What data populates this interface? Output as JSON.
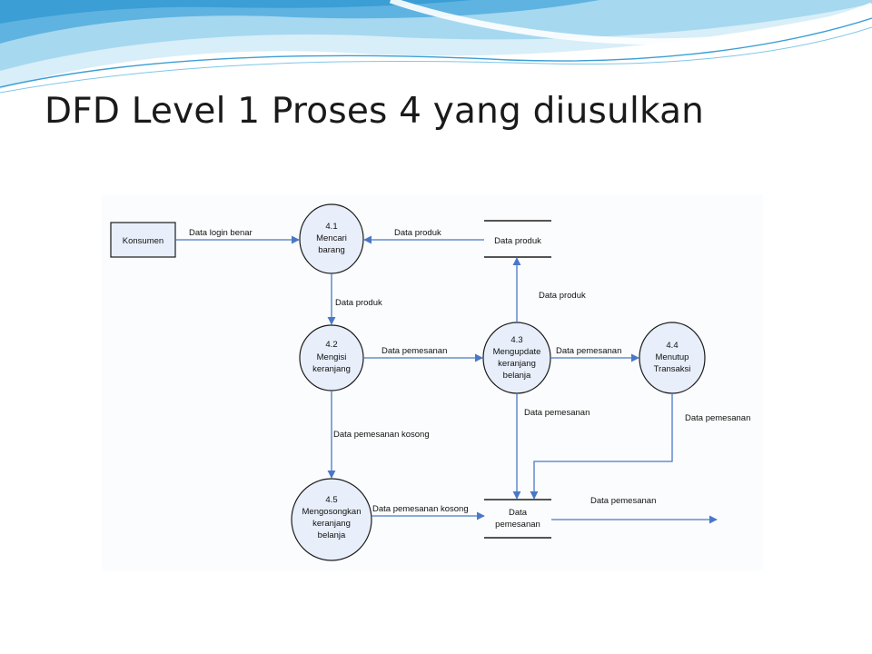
{
  "slide": {
    "title": "DFD Level 1 Proses 4 yang diusulkan"
  },
  "colors": {
    "accent": "#4a78c6",
    "node_fill": "#e8eefa",
    "wave_light": "#cfe9f6",
    "wave_mid": "#7fc6ea",
    "wave_dark": "#3b9ed4"
  },
  "diagram": {
    "entities": [
      {
        "id": "konsumen",
        "label": "Konsumen"
      }
    ],
    "processes": [
      {
        "id": "p41",
        "number": "4.1",
        "lines": [
          "Mencari",
          "barang"
        ]
      },
      {
        "id": "p42",
        "number": "4.2",
        "lines": [
          "Mengisi",
          "keranjang"
        ]
      },
      {
        "id": "p43",
        "number": "4.3",
        "lines": [
          "Mengupdate",
          "keranjang",
          "belanja"
        ]
      },
      {
        "id": "p44",
        "number": "4.4",
        "lines": [
          "Menutup",
          "Transaksi"
        ]
      },
      {
        "id": "p45",
        "number": "4.5",
        "lines": [
          "Mengosongkan",
          "keranjang",
          "belanja"
        ]
      }
    ],
    "stores": [
      {
        "id": "s_produk",
        "lines": [
          "Data produk"
        ]
      },
      {
        "id": "s_pemesanan",
        "lines": [
          "Data",
          "pemesanan"
        ]
      }
    ],
    "flows": [
      {
        "from": "konsumen",
        "to": "p41",
        "label": "Data login benar"
      },
      {
        "from": "s_produk",
        "to": "p41",
        "label": "Data produk"
      },
      {
        "from": "p41",
        "to": "p42",
        "label": "Data produk"
      },
      {
        "from": "p43",
        "to": "s_produk",
        "label": "Data produk"
      },
      {
        "from": "p42",
        "to": "p43",
        "label": "Data pemesanan"
      },
      {
        "from": "p43",
        "to": "p44",
        "label": "Data pemesanan"
      },
      {
        "from": "p43",
        "to": "s_pemesanan",
        "label": "Data pemesanan"
      },
      {
        "from": "p44",
        "to": "s_pemesanan",
        "label": "Data pemesanan"
      },
      {
        "from": "p42",
        "to": "p45",
        "label": "Data pemesanan kosong"
      },
      {
        "from": "p45",
        "to": "s_pemesanan",
        "label": "Data pemesanan kosong"
      },
      {
        "from": "s_pemesanan",
        "to": "",
        "label": "Data pemesanan"
      }
    ]
  }
}
